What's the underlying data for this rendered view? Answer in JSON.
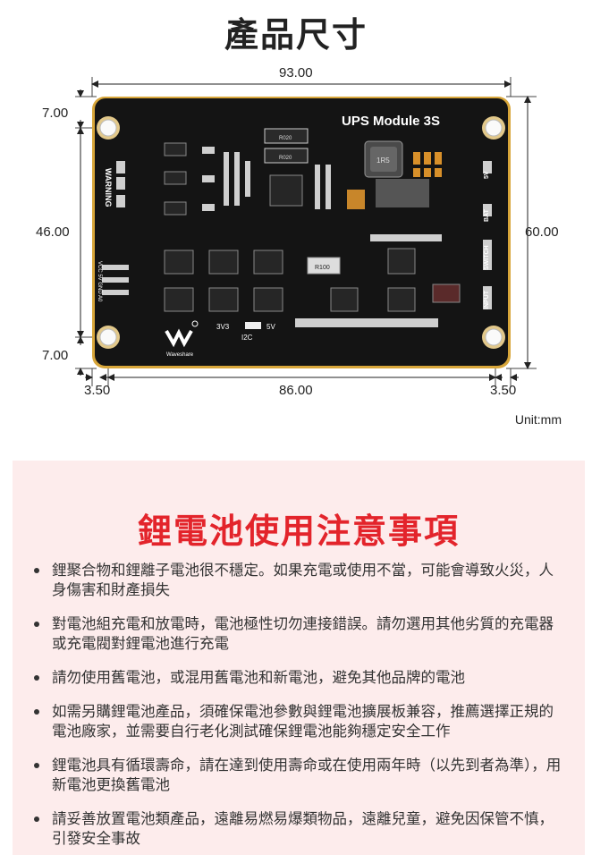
{
  "header": {
    "title": "產品尺寸"
  },
  "dimensions": {
    "width_total": "93.00",
    "height_total": "60.00",
    "hole_pitch_y": "46.00",
    "top_margin": "7.00",
    "bottom_margin": "7.00",
    "left_offset": "3.50",
    "hole_pitch_x": "86.00",
    "right_offset": "3.50",
    "unit": "Unit:mm"
  },
  "board": {
    "name": "UPS Module 3S",
    "brand": "Waveshare",
    "warning": "WARNING",
    "label_3v3": "3V3",
    "label_5v": "5V",
    "label_i2c": "I2C",
    "port_5v": "5V",
    "port_bat": "BAT",
    "port_switch": "SWITCH",
    "port_input": "INPUT",
    "resistor_1": "R020",
    "resistor_2": "R020",
    "resistor_3": "R100",
    "inductor": "1R5",
    "pins_left": "VCC 5V GND A0",
    "colors": {
      "pcb": "#141414",
      "gold": "#d8a63a",
      "text": "#ffffff"
    }
  },
  "notice": {
    "title": "鋰電池使用注意事項",
    "title_color": "#e3242b",
    "items": [
      "鋰聚合物和鋰離子電池很不穩定。如果充電或使用不當，可能會導致火災，人身傷害和財產損失",
      "對電池組充電和放電時，電池極性切勿連接錯誤。請勿選用其他劣質的充電器或充電閥對鋰電池進行充電",
      "請勿使用舊電池，或混用舊電池和新電池，避免其他品牌的電池",
      "如需另購鋰電池產品，須確保電池參數與鋰電池擴展板兼容，推薦選擇正規的電池廠家，並需要自行老化測試確保鋰電池能夠穩定安全工作",
      "鋰電池具有循環壽命，請在達到使用壽命或在使用兩年時（以先到者為準），用新電池更換舊電池",
      "請妥善放置電池類產品，遠離易燃易爆類物品，遠離兒童，避免因保管不慎，引發安全事故"
    ]
  }
}
